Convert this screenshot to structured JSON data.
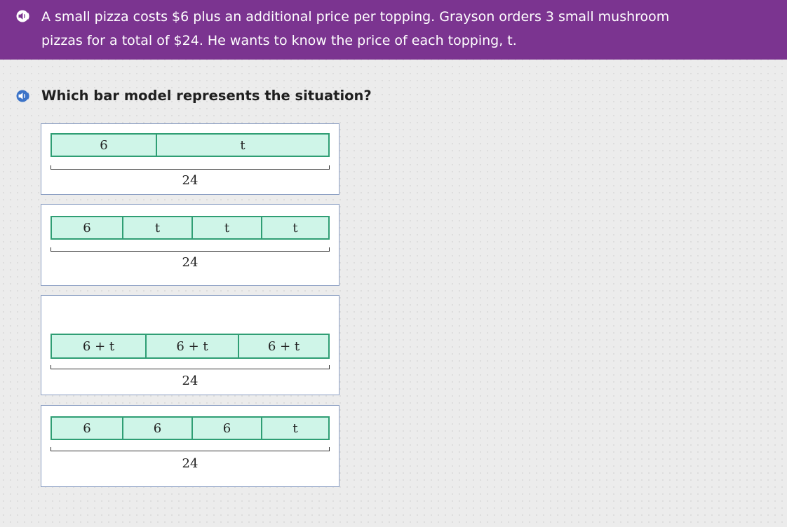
{
  "prompt": {
    "line1": "A small pizza costs $6 plus an additional price per topping. Grayson orders 3 small mushroom",
    "line2": "pizzas for a total of $24. He wants to know the price of each topping, t."
  },
  "question": "Which bar model represents the situation?",
  "choices": [
    {
      "segments": [
        "6",
        "t"
      ],
      "total": "24"
    },
    {
      "segments": [
        "6",
        "t",
        "t",
        "t"
      ],
      "total": "24"
    },
    {
      "segments": [
        "6 + t",
        "6 + t",
        "6 + t"
      ],
      "total": "24"
    },
    {
      "segments": [
        "6",
        "6",
        "6",
        "t"
      ],
      "total": "24"
    }
  ],
  "colors": {
    "header": "#7b3490",
    "bar_fill": "#cff5e8",
    "bar_stroke": "#2f9e74",
    "speaker": "#3b73c8"
  },
  "icons": {
    "speaker": "speaker-icon"
  }
}
